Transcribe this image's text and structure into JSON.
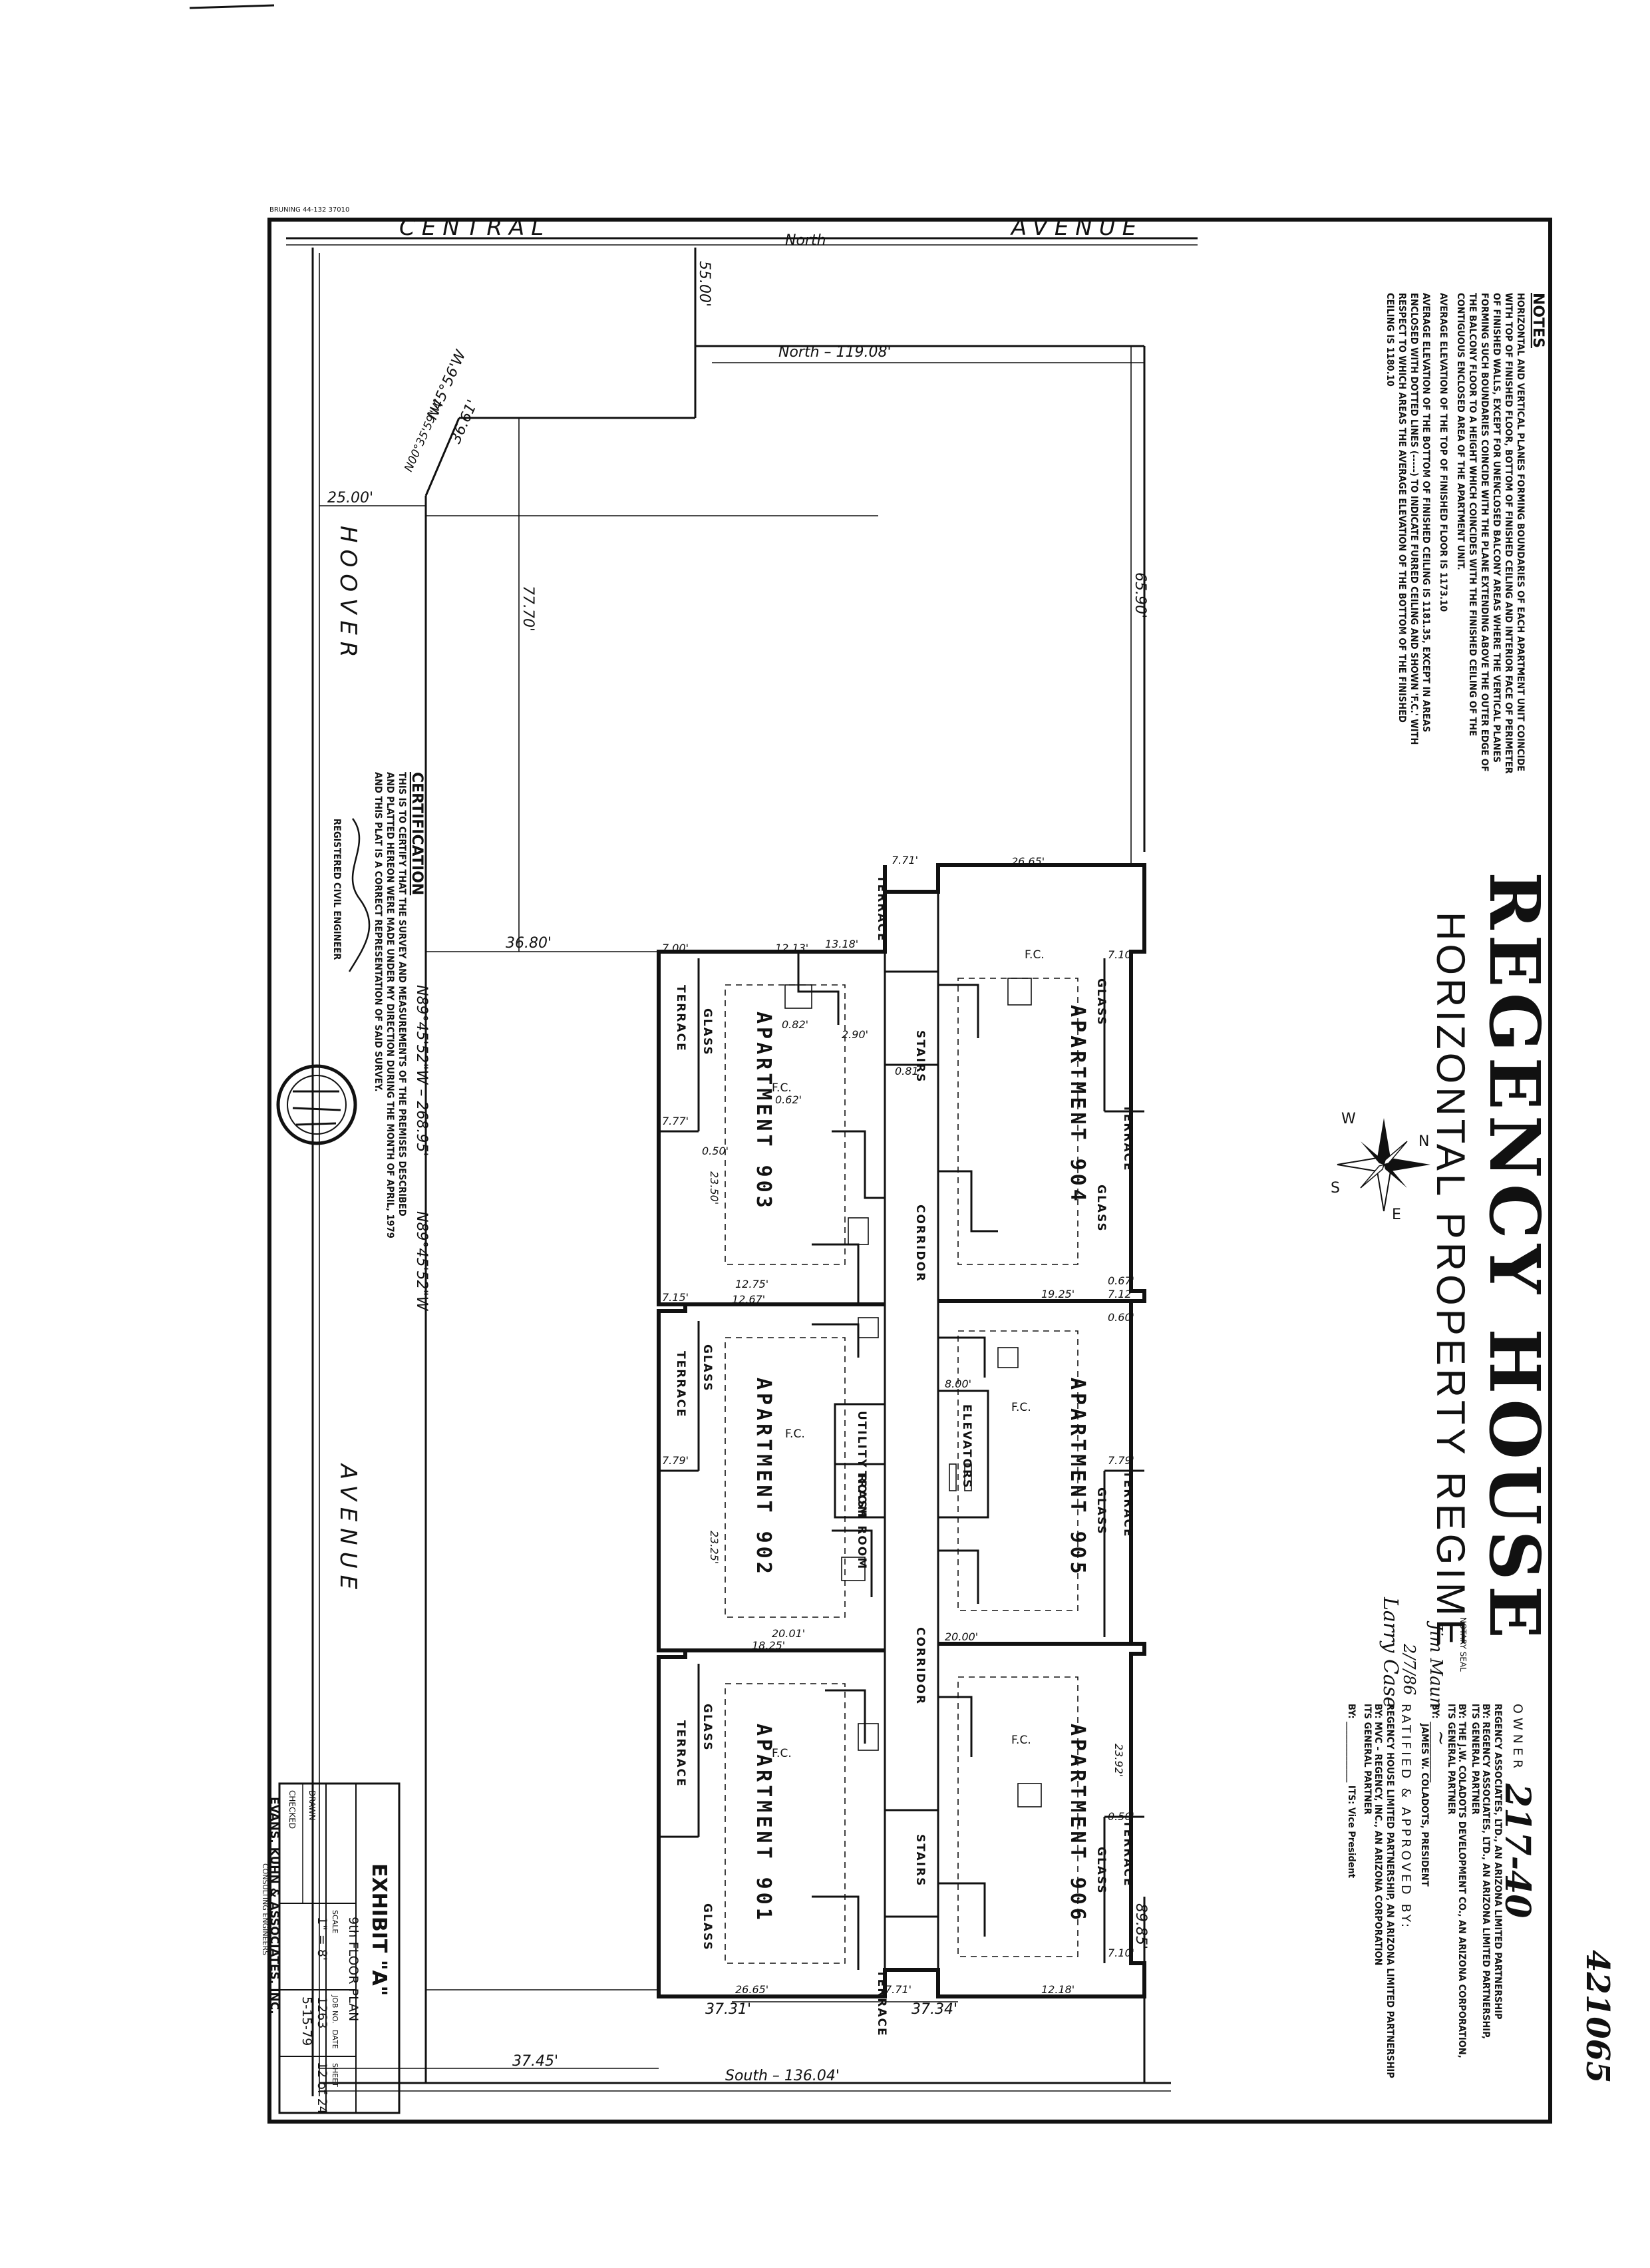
{
  "project": {
    "title": "REGENCY HOUSE",
    "subtitle": "HORIZONTAL PROPERTY REGIME",
    "doc_number": "421065",
    "stamp_top": "BRUNING 44-132 37010"
  },
  "streets": {
    "central": "CENTRAL",
    "central_north": "North",
    "avenue_top": "AVENUE",
    "hoover": "HOOVER",
    "avenue_bottom": "AVENUE"
  },
  "boundary_dims": {
    "north": "North – 119.08'",
    "south": "South – 136.04'",
    "d_55": "55.00'",
    "d_25": "25.00'",
    "d_chord": "N45°56'W",
    "d_chord_len": "36.61'",
    "d_chord2": "N00°35'59\"W",
    "d_77": "77.70'",
    "d_65": "65.90'",
    "d_36": "36.80'",
    "d_37_45": "37.45'",
    "d_37_31": "37.31'",
    "d_37_34": "37.34'",
    "d_89": "89.85'",
    "west1": "N89°45'52\"W – 268.95'",
    "west2": "N89°45'52\"W"
  },
  "apartments": [
    {
      "label": "APARTMENT 901"
    },
    {
      "label": "APARTMENT 902"
    },
    {
      "label": "APARTMENT 903"
    },
    {
      "label": "APARTMENT 904"
    },
    {
      "label": "APARTMENT 905"
    },
    {
      "label": "APARTMENT 906"
    }
  ],
  "rooms": {
    "stairs": "STAIRS",
    "corridor": "CORRIDOR",
    "utility": "UTILITY ROOM",
    "trash": "TRASH ROOM",
    "elevators": "ELEVATORS",
    "terrace": "TERRACE",
    "glass": "GLASS",
    "fc": "F.C."
  },
  "unit_dims": [
    "7.00'",
    "12.13'",
    "13.18'",
    "7.71'",
    "26.65'",
    "7.10'",
    "7.77'",
    "0.50'",
    "23.50'",
    "12.75'",
    "12.67'",
    "7.15'",
    "7.79'",
    "23.25'",
    "20.01'",
    "18.25'",
    "0.67'",
    "7.12'",
    "7.79'",
    "0.60'",
    "8.00'",
    "19.25'",
    "20.00'",
    "7.10'",
    "37.31'",
    "26.65'",
    "7.71'",
    "12.18'",
    "0.62'",
    "0.81'",
    "2.90'",
    "0.82'",
    "0.50'",
    "23.92'"
  ],
  "compass": {
    "n": "N",
    "s": "S",
    "e": "E",
    "w": "W"
  },
  "notes": {
    "heading": "NOTES",
    "lines": [
      "HORIZONTAL AND VERTICAL PLANES FORMING BOUNDARIES OF EACH APARTMENT UNIT COINCIDE",
      "WITH TOP OF FINISHED FLOOR, BOTTOM OF FINISHED CEILING AND INTERIOR FACE OF PERIMETER",
      "OF FINISHED WALLS, EXCEPT FOR UNENCLOSED BALCONY AREAS WHERE THE VERTICAL PLANES",
      "FORMING SUCH BOUNDARIES COINCIDE WITH THE PLANE EXTENDING ABOVE THE OUTER EDGE OF",
      "THE BALCONY FLOOR TO A HEIGHT WHICH COINCIDES WITH THE FINISHED CEILING OF THE",
      "CONTIGUOUS ENCLOSED AREA OF THE APARTMENT UNIT.",
      "AVERAGE ELEVATION OF THE TOP OF FINISHED FLOOR IS 1173.10",
      "AVERAGE ELEVATION OF THE BOTTOM OF FINISHED CEILING IS 1181.35, EXCEPT IN AREAS",
      "ENCLOSED WITH DOTTED LINES (-----) TO INDICATE FURRED CEILING AND SHOWN 'F.C.' WITH",
      "RESPECT TO WHICH AREAS THE AVERAGE ELEVATION OF THE BOTTOM OF THE FINISHED",
      "CEILING IS 1180.10"
    ]
  },
  "certification": {
    "heading": "CERTIFICATION",
    "lines": [
      "THIS IS TO CERTIFY THAT THE SURVEY AND MEASUREMENTS OF THE PREMISES DESCRIBED",
      "AND PLATTED HEREON WERE MADE UNDER MY DIRECTION DURING THE MONTH OF APRIL, 1979",
      "AND THIS PLAT IS A CORRECT REPRESENTATION OF SAID SURVEY."
    ],
    "signer": "REGISTERED CIVIL ENGINEER"
  },
  "owner_block": {
    "owner_label": "OWNER",
    "owner_hand": "217-40",
    "lines": [
      "REGENCY ASSOCIATES, LTD., AN ARIZONA LIMITED PARTNERSHIP",
      "BY: REGENCY ASSOCIATES, LTD., AN ARIZONA LIMITED PARTNERSHIP,",
      "ITS GENERAL PARTNER",
      "BY: THE J.W. COLADOTS DEVELOPMENT CO., AN ARIZONA CORPORATION,",
      "ITS GENERAL PARTNER",
      "BY: ______________",
      "JAMES W. COLADOTS, PRESIDENT",
      "RATIFIED & APPROVED BY:",
      "REGENCY HOUSE LIMITED PARTNERSHIP, AN ARIZONA LIMITED PARTNERSHIP",
      "BY: MVC – REGENCY, INC., AN ARIZONA CORPORATION",
      "ITS GENERAL PARTNER",
      "BY: ______________ ITS: Vice President"
    ],
    "notary": "NOTARY SEAL",
    "hand_note_1": "Jim Maun",
    "hand_note_2": "2/7/86",
    "hand_note_3": "Larry Case"
  },
  "title_block": {
    "exhibit": "EXHIBIT \"A\"",
    "plan": "9th FLOOR PLAN",
    "scale_label": "SCALE",
    "scale": "1\" = 8'",
    "job_label": "JOB NO.",
    "job": "1263",
    "date_label": "DATE",
    "date": "5-15-79",
    "sheet_label": "SHEET",
    "sheet": "12 of 24",
    "drawn": "DRAWN",
    "checked": "CHECKED",
    "firm": "EVANS, KUHN & ASSOCIATES, INC.",
    "firm_sub": "CONSULTING ENGINEERS"
  }
}
